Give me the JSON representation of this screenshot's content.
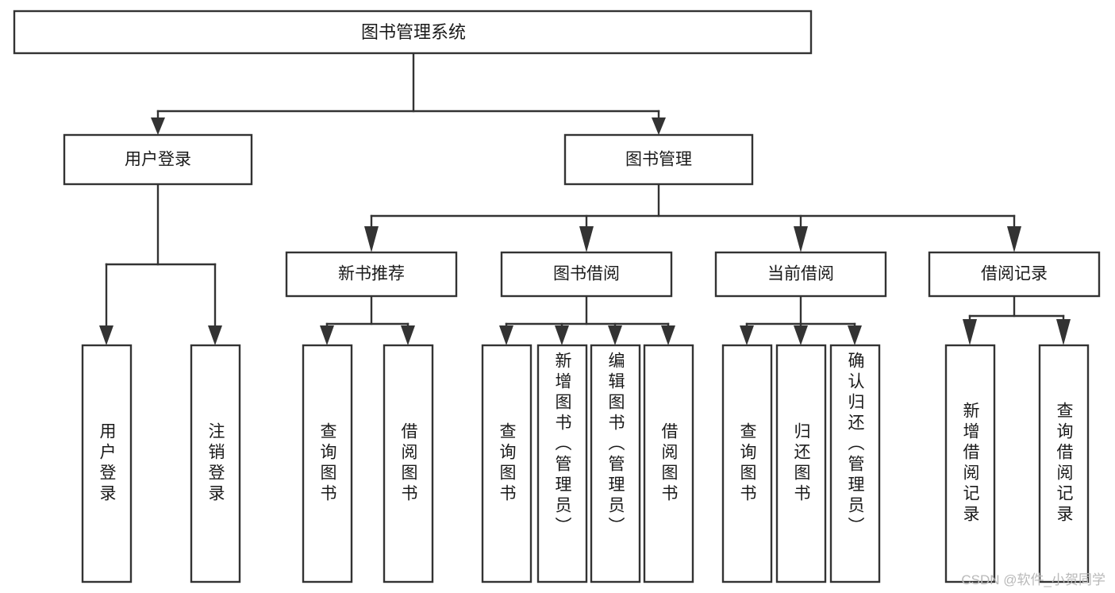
{
  "diagram": {
    "title": "图书管理系统",
    "type": "tree-hierarchy-chart",
    "orientation": "top-down",
    "root": {
      "label": "图书管理系统",
      "children": [
        {
          "label": "用户登录",
          "children": [
            {
              "label": "用户登录"
            },
            {
              "label": "注销登录"
            }
          ]
        },
        {
          "label": "图书管理",
          "children": [
            {
              "label": "新书推荐",
              "children": [
                {
                  "label": "查询图书"
                },
                {
                  "label": "借阅图书"
                }
              ]
            },
            {
              "label": "图书借阅",
              "children": [
                {
                  "label": "查询图书"
                },
                {
                  "label": "新增图书（管理员）"
                },
                {
                  "label": "编辑图书（管理员）"
                },
                {
                  "label": "借阅图书"
                }
              ]
            },
            {
              "label": "当前借阅",
              "children": [
                {
                  "label": "查询图书"
                },
                {
                  "label": "归还图书"
                },
                {
                  "label": "确认归还（管理员）"
                }
              ]
            },
            {
              "label": "借阅记录",
              "children": [
                {
                  "label": "新增借阅记录"
                },
                {
                  "label": "查询借阅记录"
                }
              ]
            }
          ]
        }
      ]
    },
    "colors": {
      "box_fill": "#ffffff",
      "box_stroke": "#333333",
      "connector": "#333333",
      "text": "#1a1a1a",
      "watermark": "#b9b9b9",
      "background": "#ffffff"
    },
    "nodes": {
      "root": "图书管理系统",
      "l2_user_login": "用户登录",
      "l2_book_manage": "图书管理",
      "l3_new_book": "新书推荐",
      "l3_borrow": "图书借阅",
      "l3_current": "当前借阅",
      "l3_record": "借阅记录",
      "leaf_user_login": "用户登录",
      "leaf_logout": "注销登录",
      "leaf_nb_query": "查询图书",
      "leaf_nb_borrow": "借阅图书",
      "leaf_bw_query": "查询图书",
      "leaf_bw_add": "新增图书（管理员）",
      "leaf_bw_edit": "编辑图书（管理员）",
      "leaf_bw_borrow": "借阅图书",
      "leaf_cur_query": "查询图书",
      "leaf_cur_return": "归还图书",
      "leaf_cur_confirm": "确认归还（管理员）",
      "leaf_rec_add": "新增借阅记录",
      "leaf_rec_query": "查询借阅记录"
    }
  },
  "watermark": {
    "text": "CSDN @软件_小贺同学"
  }
}
